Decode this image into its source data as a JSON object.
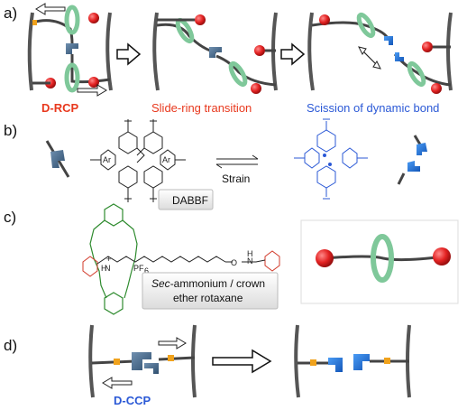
{
  "panels": {
    "a": {
      "label": "a)",
      "captions": [
        "D-RCP",
        "Slide-ring transition",
        "Scission of dynamic bond"
      ],
      "caption_colors": [
        "#e8381d",
        "#e8381d",
        "#2b59d6"
      ]
    },
    "b": {
      "label": "b)",
      "dabbf_label": "DABBF",
      "strain_label": "Strain",
      "ar_labels": [
        "Ar",
        "Ar"
      ]
    },
    "c": {
      "label": "c)",
      "rotaxane_label_line1_italic": "Sec",
      "rotaxane_label_line1_rest": "-ammonium  / crown",
      "rotaxane_label_line2": "ether rotaxane",
      "nh2": "N",
      "h2": "H",
      "plus": "+",
      "pf6": "PF",
      "pf6_sub": "6",
      "o_label": "O",
      "h_label": "H",
      "n_label": "N"
    },
    "d": {
      "label": "d)",
      "caption": "D-CCP",
      "caption_color": "#2b59d6"
    }
  },
  "colors": {
    "ring": "#7fc89a",
    "ring_stroke": "#3e8a5c",
    "bead": "#e32222",
    "link": "#3c6080",
    "scissile": "#1f6fd6",
    "crown": "#2e8b2e",
    "cap": "#d23a2a",
    "wall": "#555555",
    "chain": "#444444",
    "node": "#f0a21c"
  }
}
